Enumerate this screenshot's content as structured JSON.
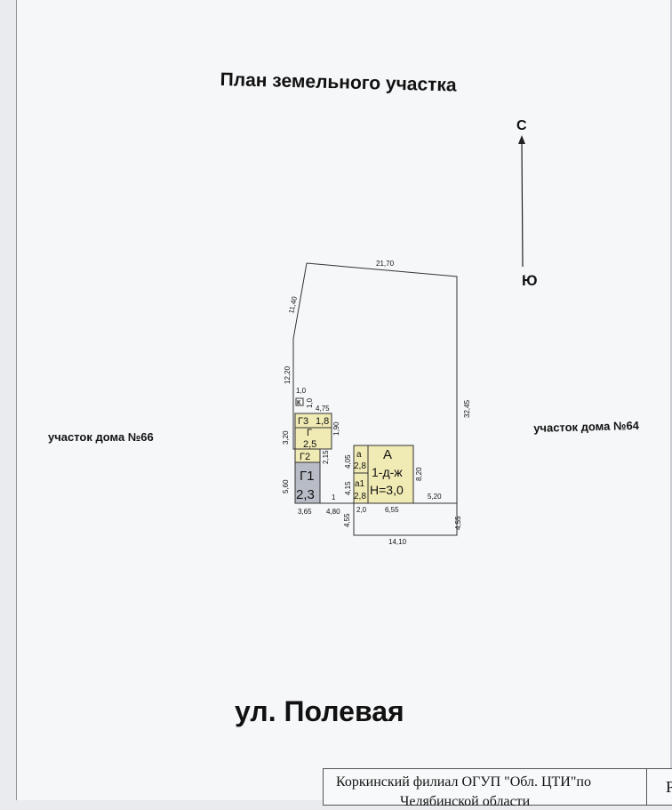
{
  "title": "План земельного участка",
  "compass": {
    "north": "С",
    "south": "Ю"
  },
  "neighbors": {
    "left": "участок дома №66",
    "right": "участок дома №64"
  },
  "street": "ул. Полевая",
  "parcel_dimensions": {
    "top": "21,70",
    "upper_left": "11,40",
    "left_middle": "12,20",
    "right": "32,45",
    "bottom_right_step": "4,55",
    "bottom": "14,10",
    "left_bottom_step": "4,55",
    "left_lower": "5,60",
    "left_upper": "3,20"
  },
  "building_dimensions": {
    "d_1_0": "1,0",
    "d_1_0_vert": "1,0",
    "d_4_75": "4,75",
    "d_1_90": "1,90",
    "d_2_15": "2,15",
    "d_4_05": "4,05",
    "d_4_15": "4,15",
    "d_8_20": "8,20",
    "d_5_20": "5,20",
    "d_3_65": "3,65",
    "d_4_80": "4,80",
    "d_1": "1",
    "d_2_0": "2,0",
    "d_6_55": "6,55"
  },
  "buildings": {
    "A": {
      "name": "А",
      "type": "1-д-ж",
      "height": "Н=3,0"
    },
    "a": {
      "name": "а",
      "value": "2,8"
    },
    "a1": {
      "name": "а1",
      "value": "2,8"
    },
    "G": {
      "name": "Г",
      "value": "2,5"
    },
    "G1": {
      "name": "Г1",
      "value": "2,3"
    },
    "G2": {
      "name": "Г2"
    },
    "G3": {
      "name": "Г3",
      "value": "1,8"
    },
    "K": {
      "name": "К"
    }
  },
  "stamp": {
    "line1": "Коркинский филиал ОГУП \"Обл. ЦТИ\"по",
    "line2": "Челябинской области",
    "mark": "Р"
  },
  "colors": {
    "house_fill": "#f0eab4",
    "garage_fill": "#b8bcc6",
    "line": "#333333"
  }
}
